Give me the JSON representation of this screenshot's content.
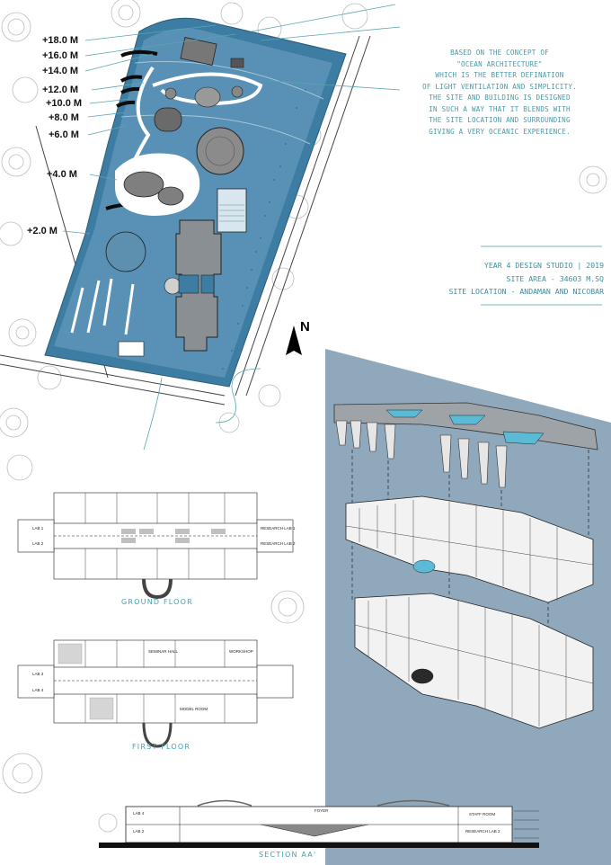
{
  "elevation_markers": [
    "+18.0 M",
    "+16.0 M",
    "+14.0 M",
    "+12.0 M",
    "+10.0 M",
    "+8.0 M",
    "+6.0 M",
    "+4.0 M",
    "+2.0 M"
  ],
  "concept_text": [
    "BASED ON THE CONCEPT OF",
    "\"OCEAN ARCHITECTURE\"",
    "WHICH IS THE BETTER DEFINATION",
    "OF LIGHT VENTILATION AND SIMPLICITY.",
    "THE SITE AND BUILDING IS DESIGNED",
    "IN SUCH A WAY THAT IT BLENDS WITH",
    "THE SITE LOCATION AND SURROUNDING",
    "GIVING A VERY OCEANIC EXPERIENCE."
  ],
  "project": {
    "studio": "YEAR 4 DESIGN STUDIO | 2019",
    "site_area": "SITE AREA - 34603 M.SQ",
    "site_location": "SITE LOCATION - ANDAMAN AND NICOBAR"
  },
  "north_label": "N",
  "drawing_titles": {
    "ground_floor": "GROUND FLOOR",
    "first_floor": "FIRST FLOOR",
    "section": "SECTION AA'"
  },
  "plan_room_labels": {
    "lab1": "LAB 1",
    "lab2": "LAB 2",
    "lab3": "LAB 3",
    "lab4": "LAB 4",
    "research_lab1": "RESEARCH LAB 1",
    "research_lab2": "RESEARCH LAB 2",
    "workshop": "WORKSHOP",
    "model_room": "MODEL ROOM",
    "seminar_hall": "SEMINAR HALL",
    "foyer": "FOYER",
    "staff_room": "STAFF ROOM"
  },
  "colors": {
    "site_blue": "#3d7da3",
    "site_light": "#6fa3c5",
    "accent_teal": "#4a9aa7",
    "panel_grey_blue": "#8fa8bb"
  }
}
